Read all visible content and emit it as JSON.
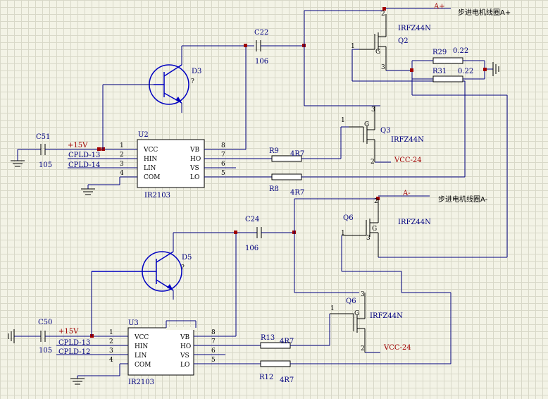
{
  "colors": {
    "wire": "#000080",
    "component": "#000000",
    "junction": "#a00000",
    "transistor": "#0000c0",
    "background": "#f3f3e6"
  },
  "upper": {
    "c51": {
      "ref": "C51",
      "value": "105"
    },
    "supply": "+15V",
    "in1": "CPLD-13",
    "in2": "CPLD-14",
    "ic": {
      "ref": "U2",
      "part": "IR2103",
      "pins_left": [
        "VCC",
        "HIN",
        "LIN",
        "COM"
      ],
      "pins_right": [
        "VB",
        "HO",
        "VS",
        "LO"
      ],
      "nums_left": [
        "1",
        "2",
        "3",
        "4"
      ],
      "nums_right": [
        "8",
        "7",
        "6",
        "5"
      ]
    },
    "d": {
      "ref": "D3",
      "pin": "?"
    },
    "c22": {
      "ref": "C22",
      "value": "106"
    },
    "r9": {
      "ref": "R9",
      "value": "4R7"
    },
    "r8": {
      "ref": "R8",
      "value": "4R7"
    },
    "q2": {
      "ref": "Q2",
      "part": "IRFZ44N",
      "g": "1",
      "d": "2",
      "s": "3",
      "gmark": "G"
    },
    "q3": {
      "ref": "Q3",
      "part": "IRFZ44N",
      "g": "1",
      "d": "3",
      "s": "2",
      "gmark": "G"
    },
    "r29": {
      "ref": "R29",
      "value": "0.22"
    },
    "r31": {
      "ref": "R31",
      "value": "0.22"
    },
    "net": "A+",
    "coil": "步进电机线圈A+",
    "vcc": "VCC-24"
  },
  "lower": {
    "c50": {
      "ref": "C50",
      "value": "105"
    },
    "supply": "+15V",
    "in1": "CPLD-13",
    "in2": "CPLD-12",
    "ic": {
      "ref": "U3",
      "part": "IR2103",
      "pins_left": [
        "VCC",
        "HIN",
        "LIN",
        "COM"
      ],
      "pins_right": [
        "VB",
        "HO",
        "VS",
        "LO"
      ],
      "nums_left": [
        "1",
        "2",
        "3",
        "4"
      ],
      "nums_right": [
        "8",
        "7",
        "6",
        "5"
      ]
    },
    "d": {
      "ref": "D5",
      "pin": "?"
    },
    "c24": {
      "ref": "C24",
      "value": "106"
    },
    "r13": {
      "ref": "R13",
      "value": "4R7"
    },
    "r12": {
      "ref": "R12",
      "value": "4R7"
    },
    "q6a": {
      "ref": "Q6",
      "part": "IRFZ44N",
      "g": "1",
      "d": "2",
      "s": "3",
      "gmark": "G"
    },
    "q6b": {
      "ref": "Q6",
      "part": "IRFZ44N",
      "g": "1",
      "d": "3",
      "s": "2",
      "gmark": "G"
    },
    "net": "A-",
    "coil": "步进电机线圈A-",
    "vcc": "VCC-24"
  }
}
